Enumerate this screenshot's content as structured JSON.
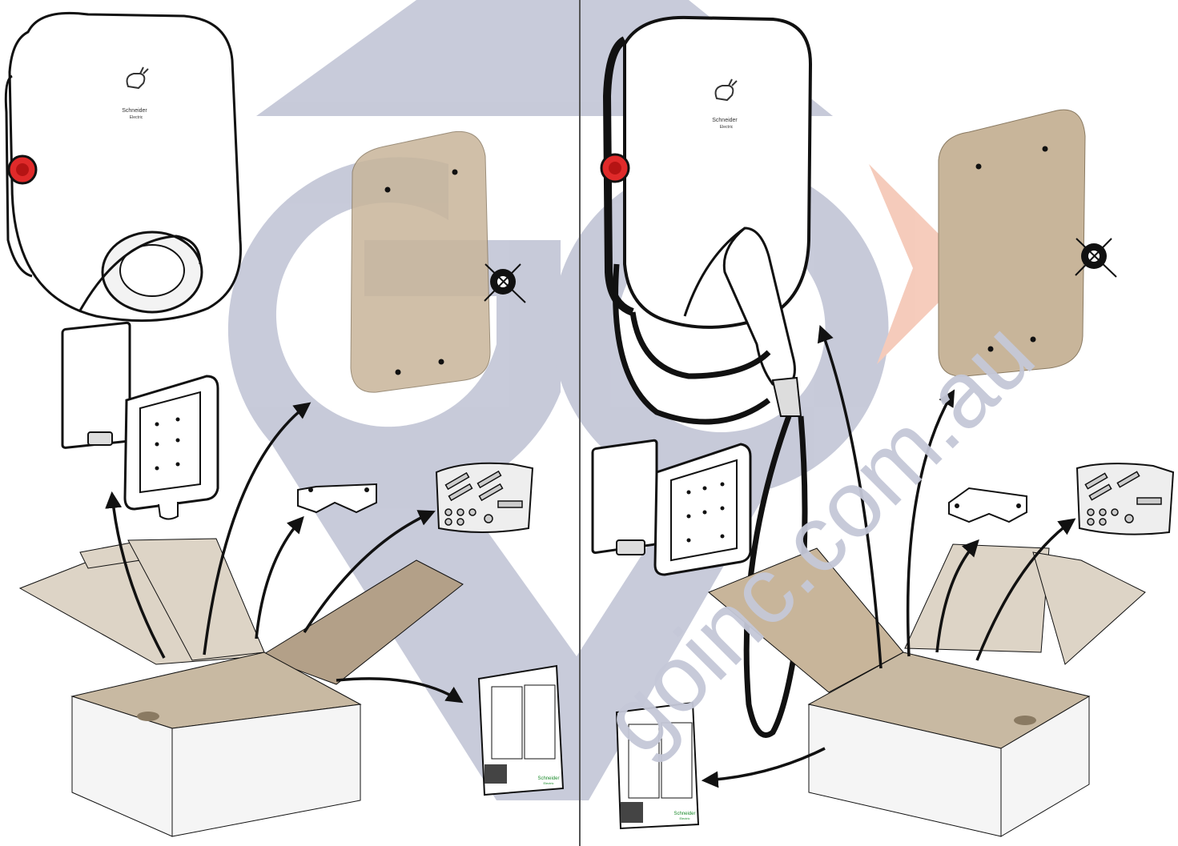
{
  "brand": {
    "device_logo_text": "Schneider",
    "device_logo_sub": "Electric",
    "manual_brand_text": "Schneider",
    "manual_brand_sub": "Electric"
  },
  "watermark": {
    "text": "goinc.com.au",
    "color_blue": "#c5c8d8",
    "color_orange": "#f5c9b8"
  },
  "colors": {
    "cardboard_light": "#ddd4c6",
    "cardboard_mid": "#c8b9a2",
    "cardboard_dark": "#b3a088",
    "template": "#c8b59a",
    "socket_red": "#e02a2a",
    "outline": "#111111",
    "box_white": "#f5f5f5",
    "divider": "#555555"
  },
  "panels": {
    "left": {
      "variant": "socket"
    },
    "right": {
      "variant": "tethered-cable"
    }
  }
}
